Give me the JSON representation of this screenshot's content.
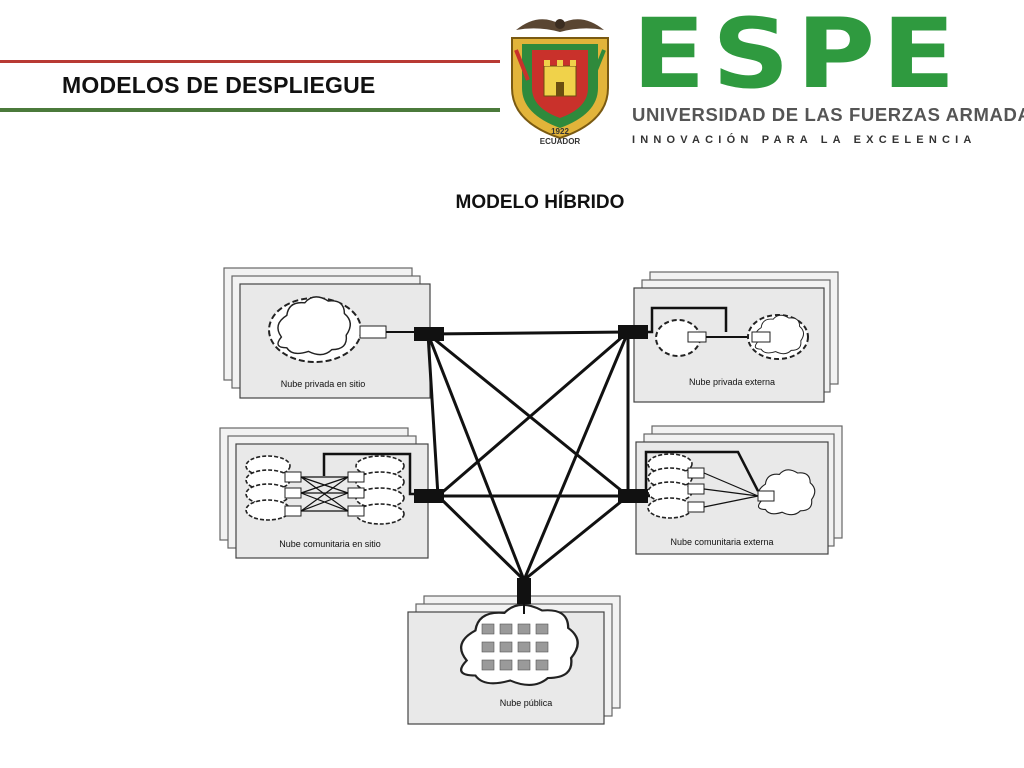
{
  "header": {
    "slide_title": "MODELOS DE DESPLIEGUE",
    "crest_year": "1922",
    "crest_country": "ECUADOR",
    "brand_name": "ESPE",
    "brand_subtitle": "UNIVERSIDAD DE LAS FUERZAS ARMADAS",
    "brand_motto": "INNOVACIÓN PARA LA EXCELENCIA"
  },
  "section_title": "MODELO HÍBRIDO",
  "diagram": {
    "nodes": [
      {
        "id": "private-onsite",
        "label": "Nube privada en sitio"
      },
      {
        "id": "private-external",
        "label": "Nube privada externa"
      },
      {
        "id": "community-onsite",
        "label": "Nube comunitaria en sitio"
      },
      {
        "id": "community-external",
        "label": "Nube comunitaria externa"
      },
      {
        "id": "public",
        "label": "Nube pública"
      }
    ]
  },
  "colors": {
    "accent_red": "#b83a34",
    "accent_green": "#4b7a3b",
    "brand_green": "#2f9a3f"
  }
}
